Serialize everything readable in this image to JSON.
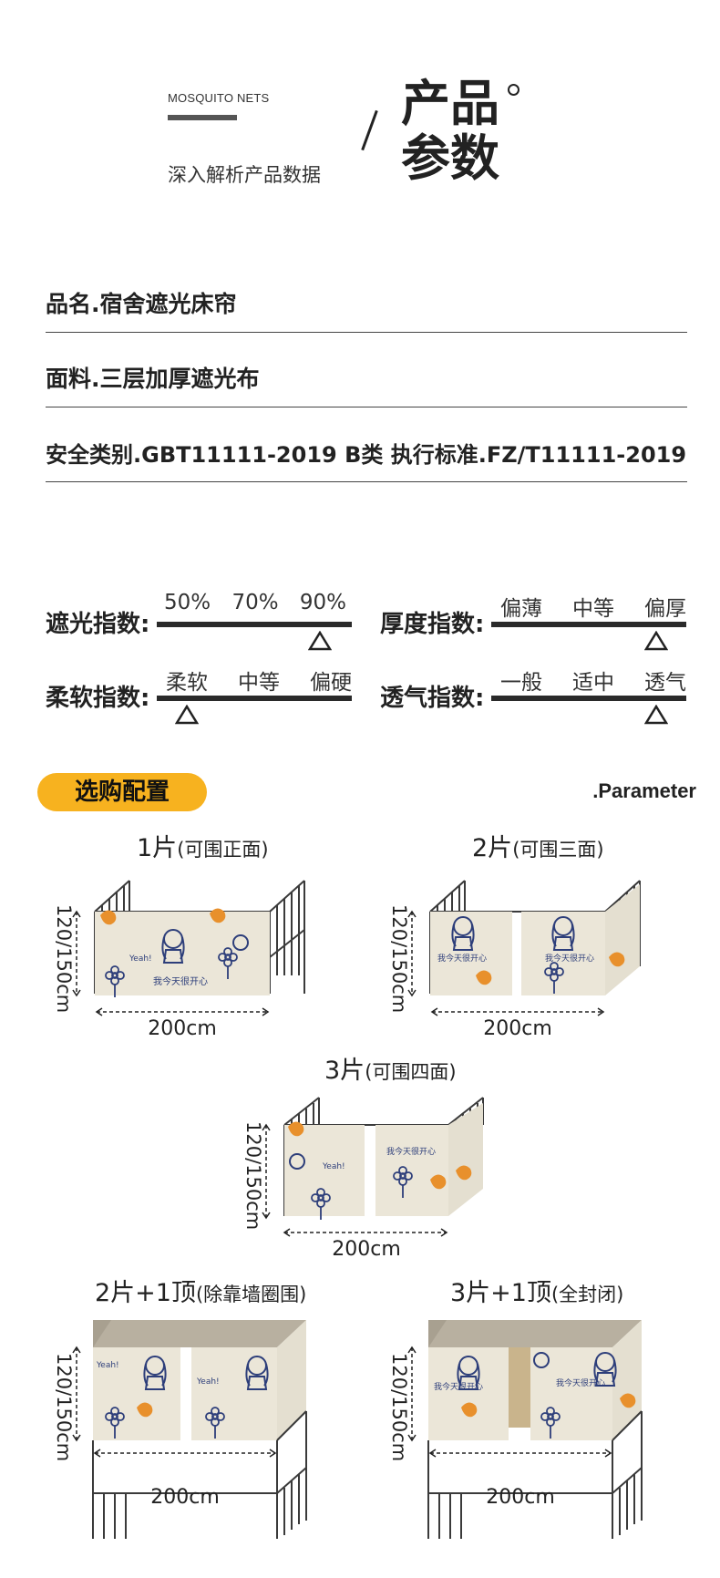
{
  "header": {
    "en_label": "MOSQUITO NETS",
    "cn_subtitle": "深入解析产品数据",
    "title_line1": "产品",
    "title_line2": "参数"
  },
  "info": {
    "name": "品名.宿舍遮光床帘",
    "fabric": "面料.三层加厚遮光布",
    "standard": "安全类别.GBT11111-2019 B类  执行标准.FZ/T11111-2019"
  },
  "indices": [
    {
      "label": "遮光指数:",
      "options": [
        "50%",
        "70%",
        "90%"
      ],
      "selected_index": 2
    },
    {
      "label": "厚度指数:",
      "options": [
        "偏薄",
        "中等",
        "偏厚"
      ],
      "selected_index": 2
    },
    {
      "label": "柔软指数:",
      "options": [
        "柔软",
        "中等",
        "偏硬"
      ],
      "selected_index": 0
    },
    {
      "label": "透气指数:",
      "options": [
        "一般",
        "适中",
        "透气"
      ],
      "selected_index": 2
    }
  ],
  "section": {
    "pill_label": "选购配置",
    "en_label": ".Parameter"
  },
  "products": [
    {
      "main": "1片",
      "note": "(可围正面)",
      "height": "120/150cm",
      "width": "200cm"
    },
    {
      "main": "2片",
      "note": "(可围三面)",
      "height": "120/150cm",
      "width": "200cm"
    },
    {
      "main": "3片",
      "note": "(可围四面)",
      "height": "120/150cm",
      "width": "200cm"
    },
    {
      "main": "2片+1顶",
      "note": "(除靠墙圈围)",
      "height": "120/150cm",
      "width": "200cm"
    },
    {
      "main": "3片+1顶",
      "note": "(全封闭)",
      "height": "120/150cm",
      "width": "200cm"
    }
  ],
  "artwork": {
    "print_text": "我今天很开心",
    "print_yeah": "Yeah!"
  },
  "colors": {
    "accent": "#f7b21f",
    "fabric": "#ebe6d8",
    "frame": "#3a3a3a",
    "canopy": "#b8b0a0",
    "ink": "#2d3e7a",
    "orange": "#e8902c"
  }
}
